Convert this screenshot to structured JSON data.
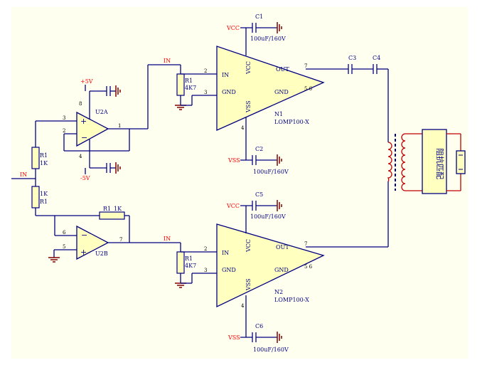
{
  "labels": {
    "in_left": "IN",
    "in_n1": "IN",
    "in_n2": "IN",
    "vcc1": "VCC",
    "vss1": "VSS",
    "vcc2": "VCC",
    "vss2": "VSS",
    "plus5": "+5V",
    "minus5": "-5V"
  },
  "u2a": {
    "name": "U2A",
    "pin_plus": "3",
    "pin_minus": "2",
    "pin_out": "1",
    "pin_v_top": "8",
    "pin_v_bot": "4"
  },
  "u2b": {
    "name": "U2B",
    "pin_minus": "6",
    "pin_plus": "5",
    "pin_out": "7"
  },
  "r_in_top": {
    "name": "R1",
    "value": "1K"
  },
  "r_in_bot": {
    "name": "R1",
    "value": "1K"
  },
  "r_fb": {
    "name": "R1",
    "value": "1K"
  },
  "r_n1": {
    "name": "R1",
    "value": "4K7"
  },
  "r_n2": {
    "name": "R1",
    "value": "4K7"
  },
  "n1": {
    "name": "N1",
    "part": "LOMP100-X",
    "pin_in": "IN",
    "pin_gnd": "GND",
    "pin_vcc": "VCC",
    "pin_vss": "VSS",
    "pin_out": "OUT",
    "pin_gnd2": "GND",
    "n_in": "2",
    "n_gnd": "3",
    "n_out": "7",
    "n_gnd2": "5 6",
    "n_vss": "4"
  },
  "n2": {
    "name": "N2",
    "part": "LOMP100-X",
    "pin_in": "IN",
    "pin_gnd": "GND",
    "pin_vcc": "VCC",
    "pin_vss": "VSS",
    "pin_out": "OUT",
    "pin_gnd2": "GND",
    "n_in": "2",
    "n_gnd": "3",
    "n_out": "7",
    "n_gnd2": "5 6",
    "n_vss": "4"
  },
  "caps": {
    "c1": {
      "name": "C1",
      "value": "100uF/160V"
    },
    "c2": {
      "name": "C2",
      "value": "100uF/160V"
    },
    "c3": {
      "name": "C3"
    },
    "c4": {
      "name": "C4"
    },
    "c5": {
      "name": "C5",
      "value": "100uF/160V"
    },
    "c6": {
      "name": "C6",
      "value": "100uF/160V"
    }
  },
  "load": {
    "label": "阻抗匹配"
  },
  "colors": {
    "wire": "#000080",
    "ground": "#800000",
    "power_label": "#ff0000",
    "component_fill": "#ffffc0",
    "coil": "#c00000",
    "sheet": "#fffff0"
  }
}
